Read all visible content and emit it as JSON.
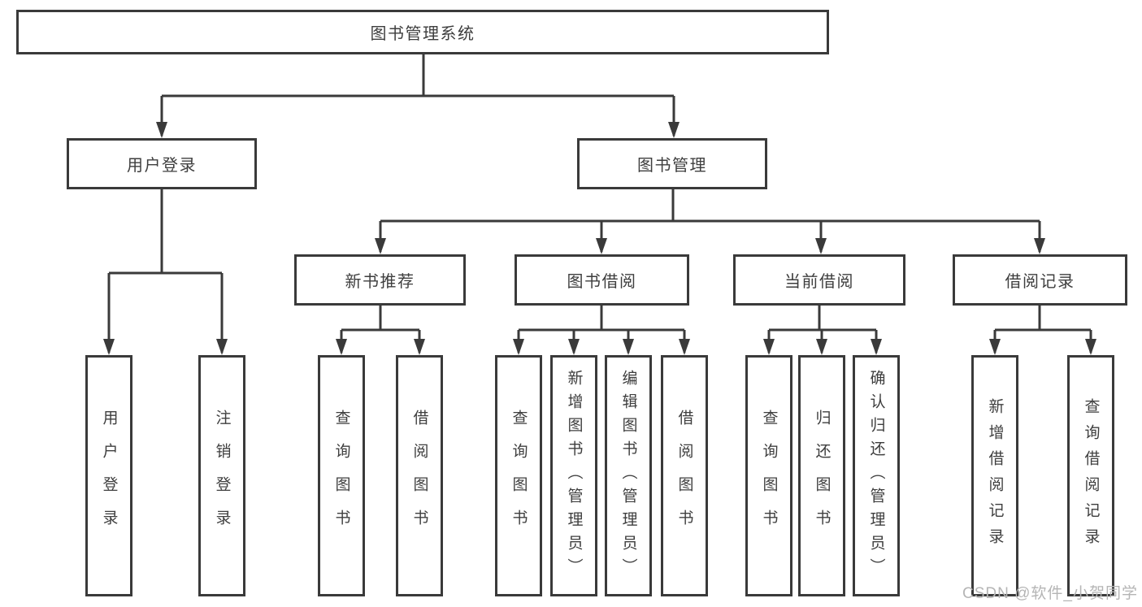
{
  "colors": {
    "line": "#3a3a3a",
    "box_border": "#3a3a3a",
    "box_background": "#ffffff",
    "text": "#3e3e3e",
    "watermark": "#b5b5b5"
  },
  "tree": {
    "root": {
      "label": "图书管理系统"
    },
    "branches": [
      {
        "label": "用户登录",
        "children": [
          {
            "label": "用户登录"
          },
          {
            "label": "注销登录"
          }
        ]
      },
      {
        "label": "图书管理",
        "children": [
          {
            "label": "新书推荐",
            "children": [
              {
                "label": "查询图书"
              },
              {
                "label": "借阅图书"
              }
            ]
          },
          {
            "label": "图书借阅",
            "children": [
              {
                "label": "查询图书"
              },
              {
                "label": "新增图书（管理员）"
              },
              {
                "label": "编辑图书（管理员）"
              },
              {
                "label": "借阅图书"
              }
            ]
          },
          {
            "label": "当前借阅",
            "children": [
              {
                "label": "查询图书"
              },
              {
                "label": "归还图书"
              },
              {
                "label": "确认归还（管理员）"
              }
            ]
          },
          {
            "label": "借阅记录",
            "children": [
              {
                "label": "新增借阅记录"
              },
              {
                "label": "查询借阅记录"
              }
            ]
          }
        ]
      }
    ]
  },
  "watermark": "CSDN @软件_小贺同学"
}
